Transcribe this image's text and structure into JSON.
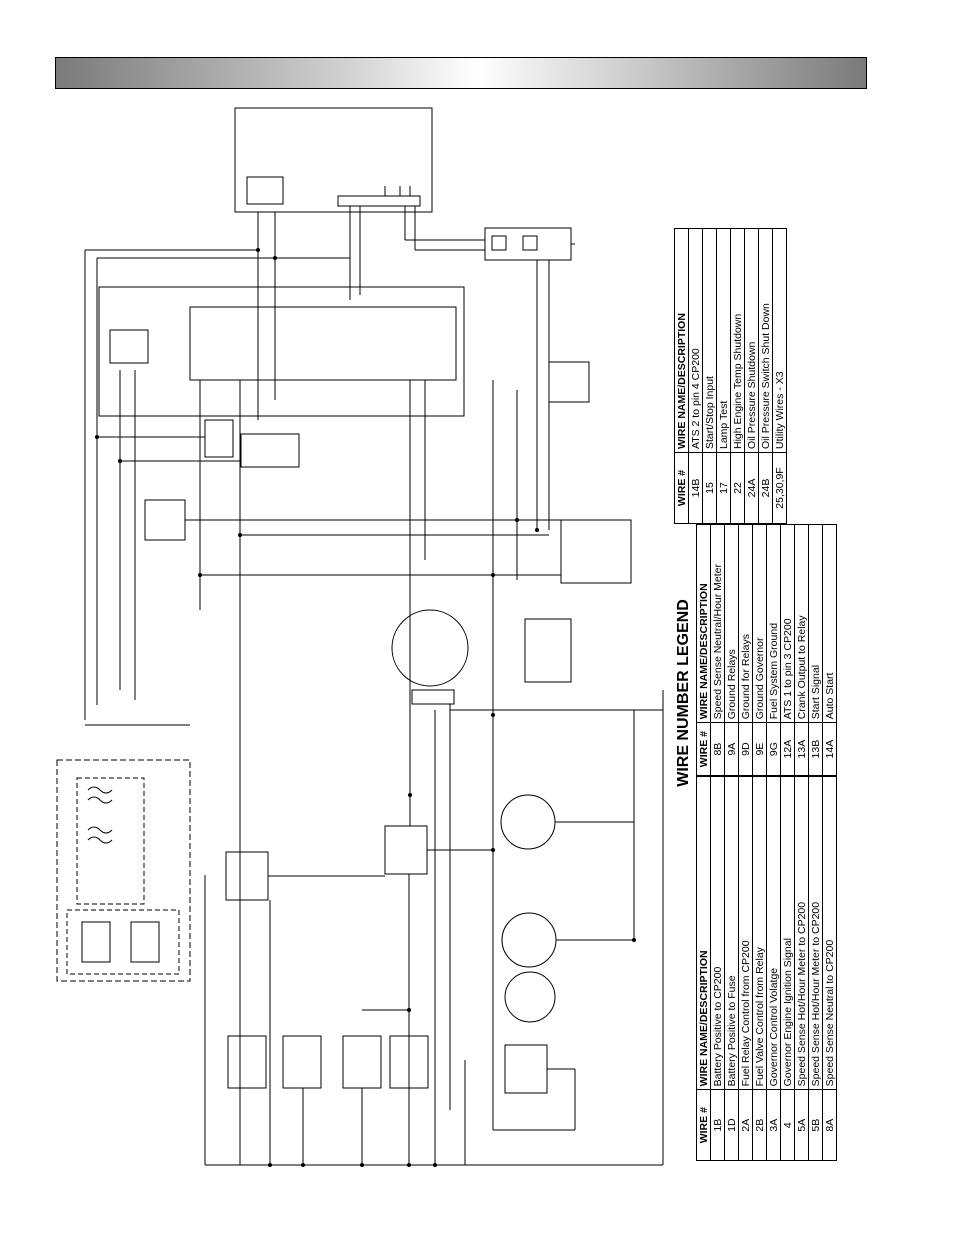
{
  "legend": {
    "title": "WIRE NUMBER LEGEND",
    "col_wire": "WIRE #",
    "col_desc": "WIRE NAME/DESCRIPTION",
    "table1": [
      [
        "1B",
        "Battery Positive to CP200"
      ],
      [
        "1D",
        "Battery Positive to Fuse"
      ],
      [
        "2A",
        "Fuel Relay Control from CP200"
      ],
      [
        "2B",
        "Fuel Valve Control from Relay"
      ],
      [
        "3A",
        "Governor Control Volatge"
      ],
      [
        "4",
        "Governor Engine Ignition Signal"
      ],
      [
        "5A",
        "Speed Sense Hot/Hour Meter to CP200"
      ],
      [
        "5B",
        "Speed Sense Hot/Hour Meter to CP200"
      ],
      [
        "8A",
        "Speed Sense Neutral to CP200"
      ]
    ],
    "table2": [
      [
        "8B",
        "Speed Sense Neutral/Hour Meter"
      ],
      [
        "9A",
        "Ground Relays"
      ],
      [
        "9D",
        "Ground for Relays"
      ],
      [
        "9E",
        "Ground Governor"
      ],
      [
        "9G",
        "Fuel System Ground"
      ],
      [
        "12A",
        "ATS 1 to pin 3 CP200"
      ],
      [
        "13A",
        "Crank Output to Relay"
      ],
      [
        "13B",
        "Start Signal"
      ],
      [
        "14A",
        "Auto Start"
      ]
    ],
    "table3": [
      [
        "14B",
        "ATS 2 to pin 4 CP200"
      ],
      [
        "15",
        "Start/Stop Input"
      ],
      [
        "17",
        "Lamp Test"
      ],
      [
        "22",
        "High Engine Temp Shutdown"
      ],
      [
        "24A",
        "Oil Pressure Shutdown"
      ],
      [
        "24B",
        "Oil Pressure Switch Shut Down"
      ],
      [
        "25,30,9F",
        "Utility Wires - X3"
      ]
    ]
  }
}
